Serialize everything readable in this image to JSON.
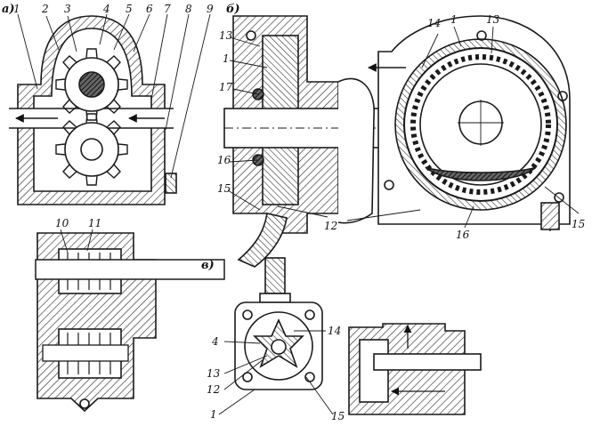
{
  "panels": {
    "a": {
      "tag": "а)",
      "callouts": [
        "1",
        "2",
        "3",
        "4",
        "5",
        "6",
        "7",
        "8",
        "9"
      ],
      "section_callouts": [
        "10",
        "11"
      ]
    },
    "b": {
      "tag": "б)",
      "callouts_left": [
        "13",
        "1",
        "17",
        "16",
        "15"
      ],
      "callouts_bottom": [
        "12",
        "16",
        "15"
      ],
      "callouts_right": [
        "14",
        "1",
        "13"
      ]
    },
    "c": {
      "tag": "в)",
      "callouts": [
        "4",
        "13",
        "12",
        "1",
        "14",
        "15"
      ]
    }
  },
  "colors": {
    "ink": "#1a1a1a",
    "hatch": "#3a3a3a",
    "paper": "#ffffff"
  }
}
